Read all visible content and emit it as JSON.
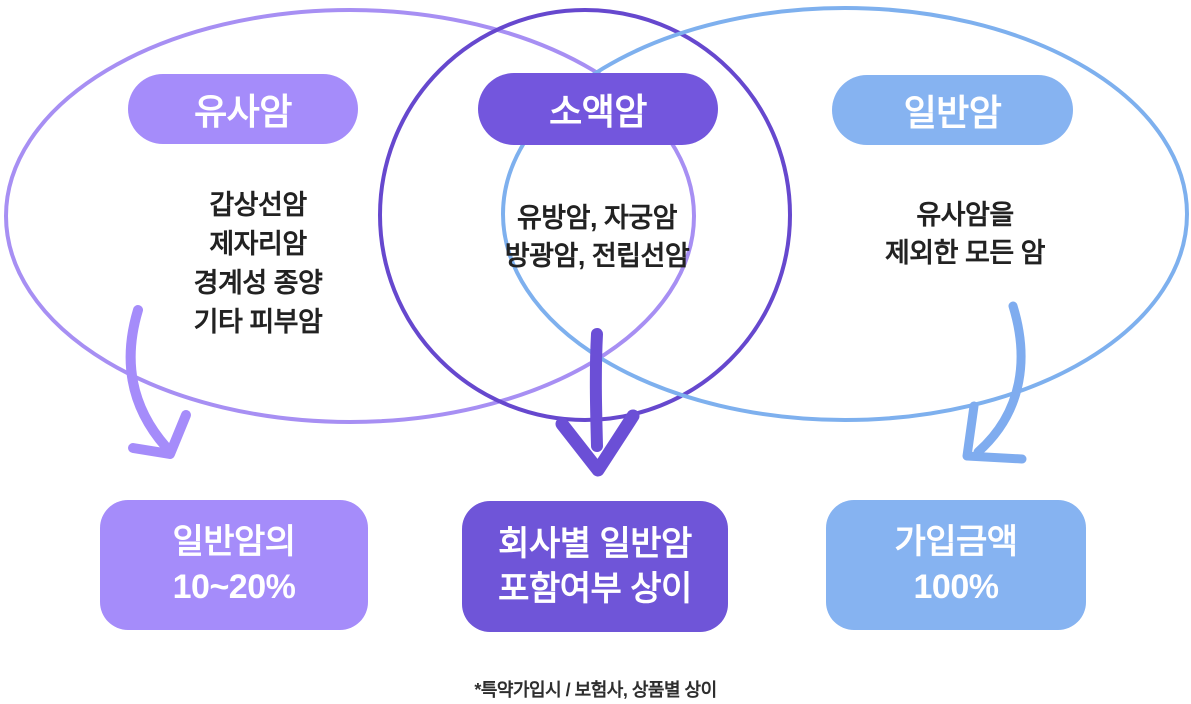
{
  "diagram": {
    "background": "#ffffff",
    "text_color": "#222222",
    "footnote": "*특약가입시 / 보험사, 상품별 상이",
    "footnote_color": "#2e2e2e",
    "sets": [
      {
        "label": "유사암",
        "pill_color": "#A58CFA",
        "outline_color": "#A78FF3",
        "arrow_color": "#A58CFA",
        "items": [
          "갑상선암",
          "제자리암",
          "경계성 종양",
          "기타 피부암"
        ],
        "result_lines": [
          "일반암의",
          "10~20%"
        ],
        "result_box_color": "#A58CFA"
      },
      {
        "label": "소액암",
        "pill_color": "#7356DD",
        "outline_color": "#6648CE",
        "arrow_color": "#6B4FD6",
        "items": [
          "유방암, 자궁암",
          "방광암, 전립선암"
        ],
        "result_lines": [
          "회사별 일반암",
          "포함여부 상이"
        ],
        "result_box_color": "#6F55D8"
      },
      {
        "label": "일반암",
        "pill_color": "#86B3F1",
        "outline_color": "#7EB0EE",
        "arrow_color": "#7FACEF",
        "items": [
          "유사암을",
          "제외한 모든 암"
        ],
        "result_lines": [
          "가입금액",
          "100%"
        ],
        "result_box_color": "#86B3F1"
      }
    ]
  }
}
